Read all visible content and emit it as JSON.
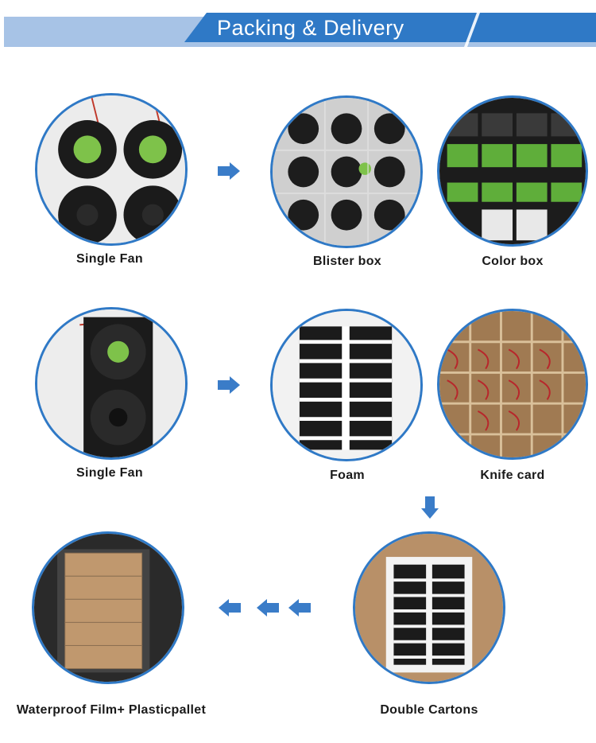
{
  "header": {
    "title": "Packing & Delivery"
  },
  "row1": {
    "items": [
      {
        "caption": "Single Fan"
      },
      {
        "caption": "Blister box"
      },
      {
        "caption": "Color box"
      }
    ]
  },
  "row2": {
    "items": [
      {
        "caption": "Single Fan"
      },
      {
        "caption": "Foam"
      },
      {
        "caption": "Knife card"
      }
    ]
  },
  "row3": {
    "items": [
      {
        "caption": "Waterproof Film+ Plasticpallet"
      },
      {
        "caption": "Double Cartons"
      }
    ]
  },
  "colors": {
    "accent": "#2f79c6",
    "banner_light": "#a7c3e6",
    "arrow": "#3a7cc8"
  },
  "icons": [
    "arrow-right-icon",
    "arrow-down-icon",
    "arrow-left-icon"
  ]
}
